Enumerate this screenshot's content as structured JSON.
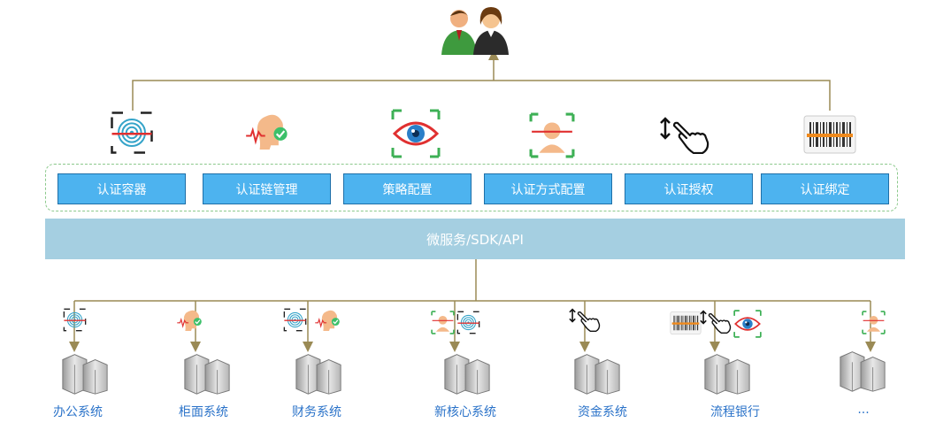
{
  "modules": [
    {
      "id": "container",
      "label": "认证容器"
    },
    {
      "id": "chain",
      "label": "认证链管理"
    },
    {
      "id": "policy",
      "label": "策略配置"
    },
    {
      "id": "method",
      "label": "认证方式配置"
    },
    {
      "id": "auth",
      "label": "认证授权"
    },
    {
      "id": "binding",
      "label": "认证绑定"
    }
  ],
  "band_label": "微服务/SDK/API",
  "systems": [
    {
      "label": "办公系统"
    },
    {
      "label": "柜面系统"
    },
    {
      "label": "财务系统"
    },
    {
      "label": "新核心系统"
    },
    {
      "label": "资金系统"
    },
    {
      "label": "流程银行"
    },
    {
      "label": "..."
    }
  ],
  "icons": {
    "users": "users-icon",
    "fingerprint": "fingerprint-icon",
    "voice": "voice-icon",
    "eye": "eye-icon",
    "face": "face-icon",
    "gesture": "gesture-icon",
    "barcode": "barcode-icon",
    "server": "server-icon"
  },
  "colors": {
    "connector": "#9a8a55",
    "module_fill": "#4db3ef",
    "band_fill": "#a5cfe1",
    "system_label": "#2b73c9",
    "frame": "#8cc98c"
  }
}
